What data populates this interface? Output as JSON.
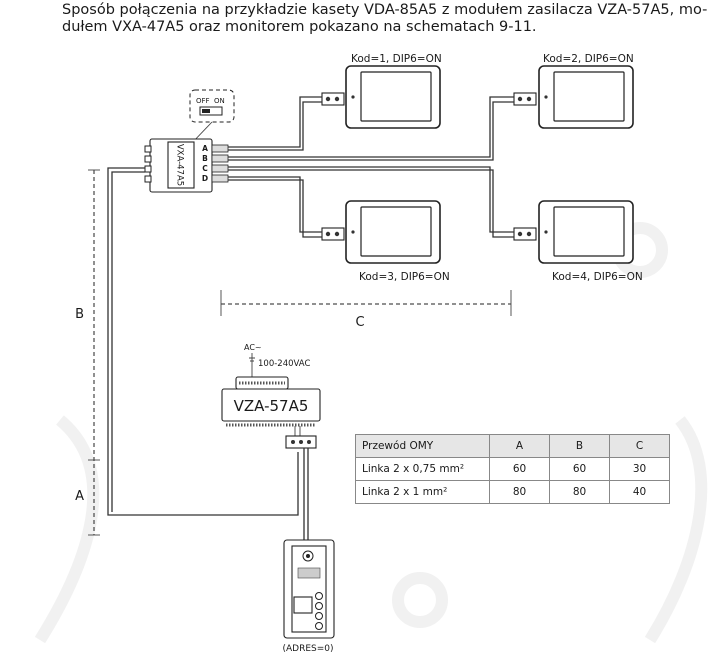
{
  "intro_lines": [
    "Sposób połączenia na przykładzie kasety VDA-85A5 z modułem zasilacza VZA-57A5, mo-",
    "dułem VXA-47A5 oraz monitorem pokazano na schematach 9-11."
  ],
  "monitors": [
    {
      "label": "Kod=1, DIP6=ON"
    },
    {
      "label": "Kod=2, DIP6=ON"
    },
    {
      "label": "Kod=3, DIP6=ON"
    },
    {
      "label": "Kod=4, DIP6=ON"
    }
  ],
  "switch": {
    "off": "OFF",
    "on": "ON"
  },
  "module": {
    "name": "VXA-47A5",
    "ports": [
      "A",
      "B",
      "C",
      "D"
    ]
  },
  "psu": {
    "name": "VZA-57A5",
    "ac": "AC~",
    "voltage": "100-240VAC"
  },
  "camera": {
    "label": "(ADRES=0)"
  },
  "dims": {
    "a": "A",
    "b": "B",
    "c": "C"
  },
  "table": {
    "headers": [
      "Przewód OMY",
      "A",
      "B",
      "C"
    ],
    "rows": [
      [
        "Linka 2 x 0,75 mm²",
        "60",
        "60",
        "30"
      ],
      [
        "Linka 2 x 1 mm²",
        "80",
        "80",
        "40"
      ]
    ]
  }
}
